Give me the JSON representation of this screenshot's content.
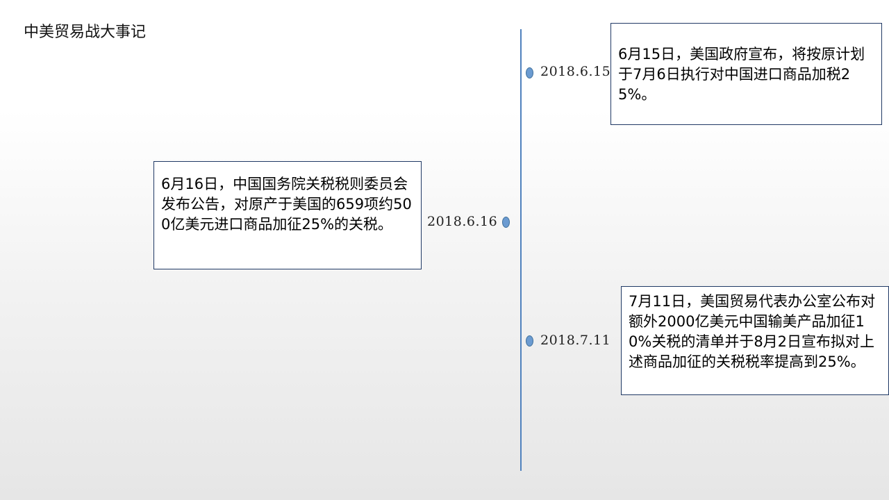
{
  "title": "中美贸易战大事记",
  "events": [
    {
      "date": "2018.6.15",
      "text": "6月15日，美国政府宣布，将按原计划于7月6日执行对中国进口商品加税25%。"
    },
    {
      "date": "2018.6.16",
      "text": "6月16日，中国国务院关税税则委员会发布公告，对原产于美国的659项约500亿美元进口商品加征25%的关税。"
    },
    {
      "date": "2018.7.11",
      "text": "7月11日，美国贸易代表办公室公布对额外2000亿美元中国输美产品加征10%关税的清单并于8月2日宣布拟对上述商品加征的关税税率提高到25%。"
    }
  ],
  "colors": {
    "axis": "#4f81bd",
    "dot": "#6b9bd1",
    "box_border": "#1f3864"
  }
}
